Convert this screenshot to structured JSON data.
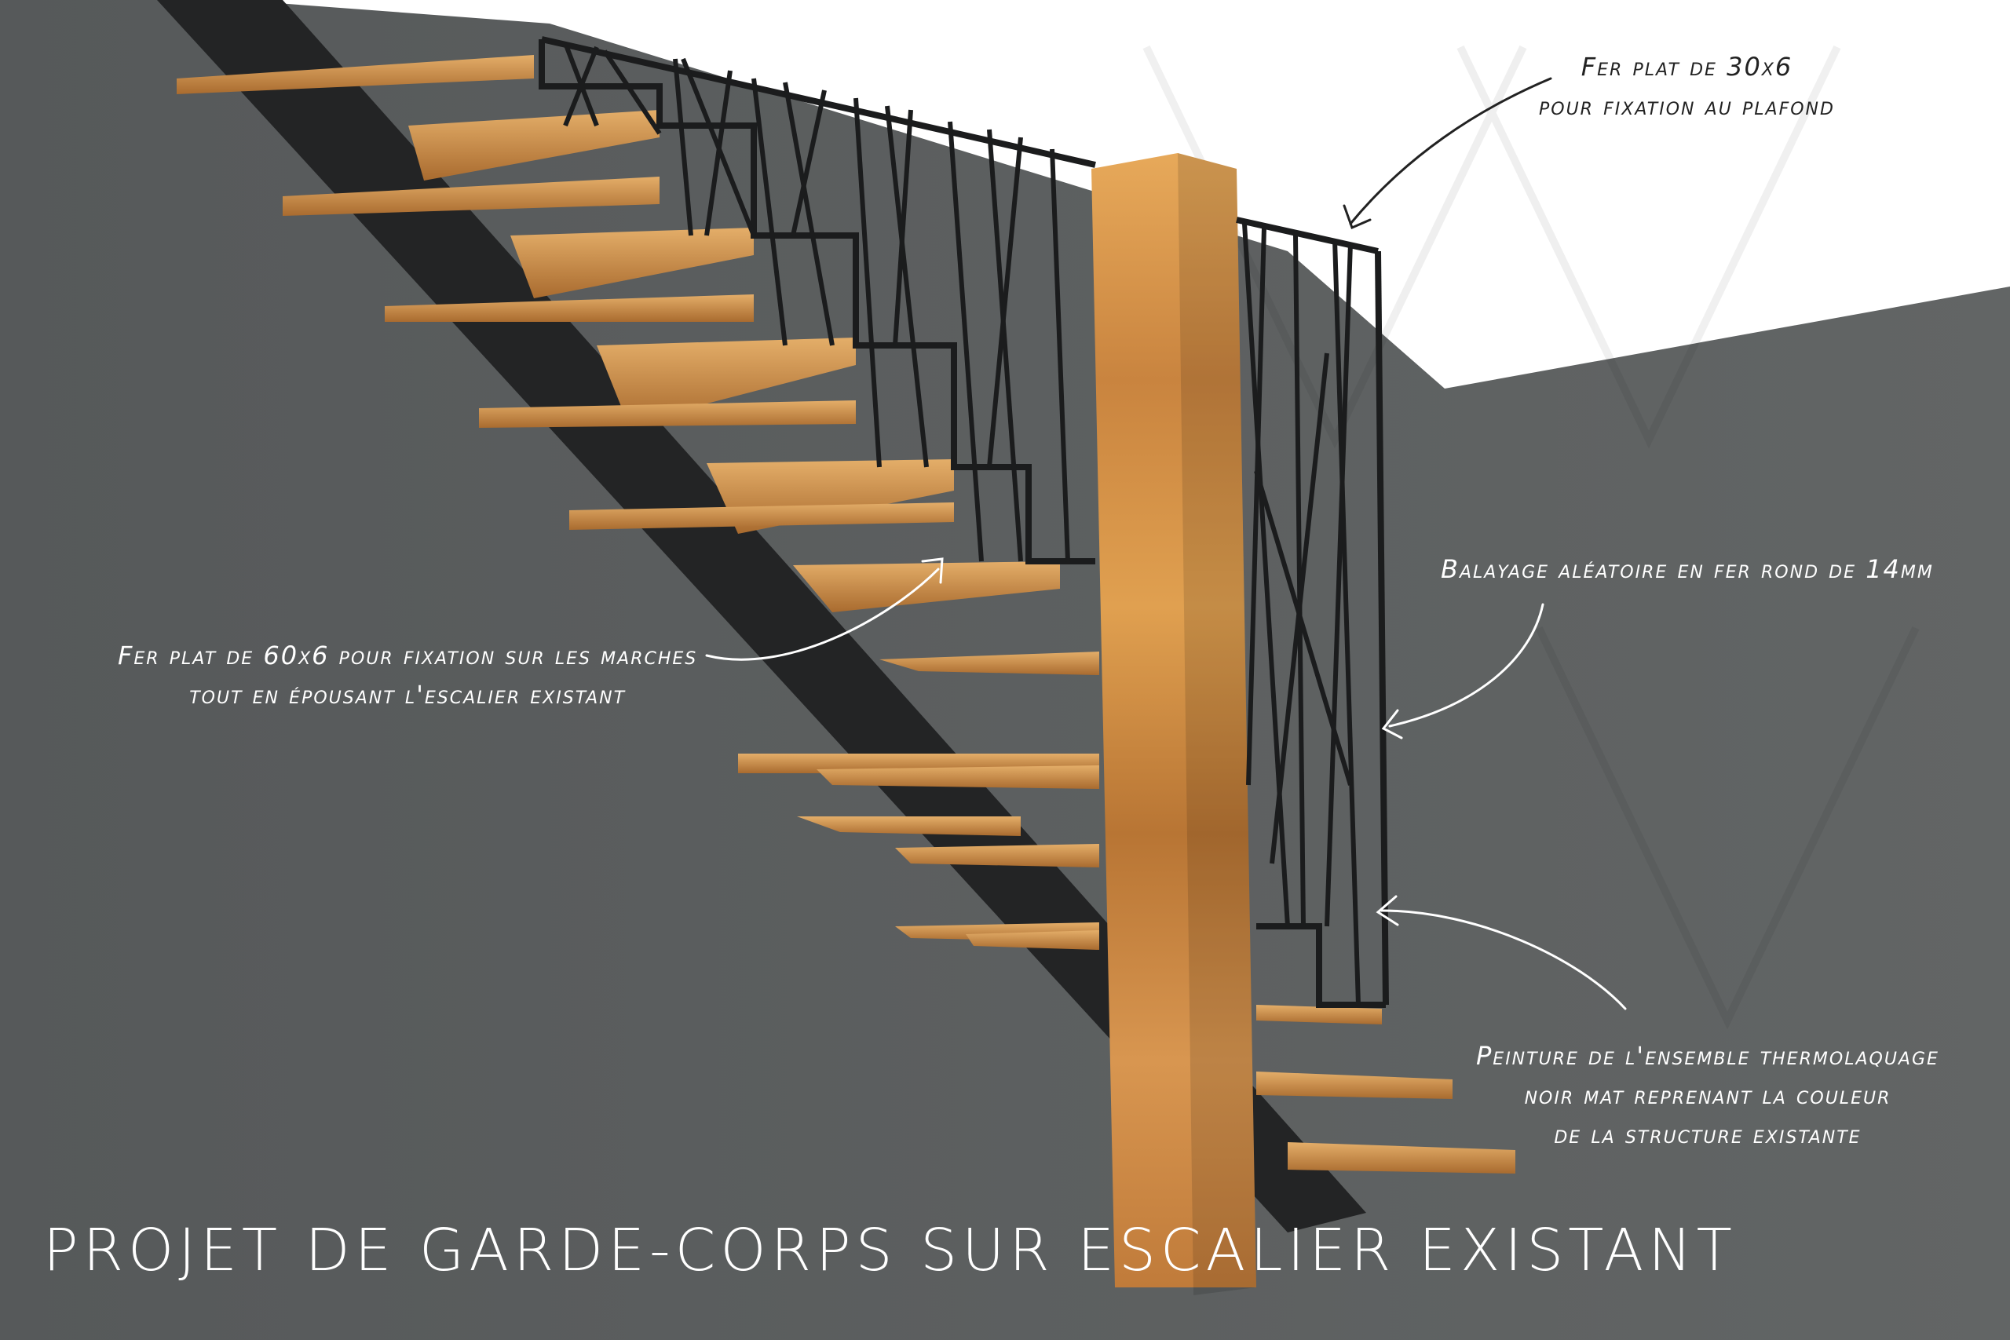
{
  "title": "PROJET DE GARDE-CORPS SUR ESCALIER EXISTANT",
  "annotations": {
    "ceiling_fixing": {
      "line1": "Fer plat de 30x6",
      "line2": "pour fixation au plafond"
    },
    "random_bars": {
      "line1": "Balayage aléatoire en fer rond de 14mm"
    },
    "step_fixing": {
      "line1": "Fer plat de 60x6 pour fixation sur les marches",
      "line2": "tout en épousant l'escalier existant"
    },
    "paint": {
      "line1": "Peinture de l'ensemble thermolaquage",
      "line2": "noir mat reprenant la couleur",
      "line3": "de la structure existante"
    }
  },
  "colors": {
    "wall": "#5b5e5e",
    "ceiling": "#ffffff",
    "steel": "#1e1f1f",
    "wood": "#d99a4e",
    "text": "#ffffff"
  }
}
